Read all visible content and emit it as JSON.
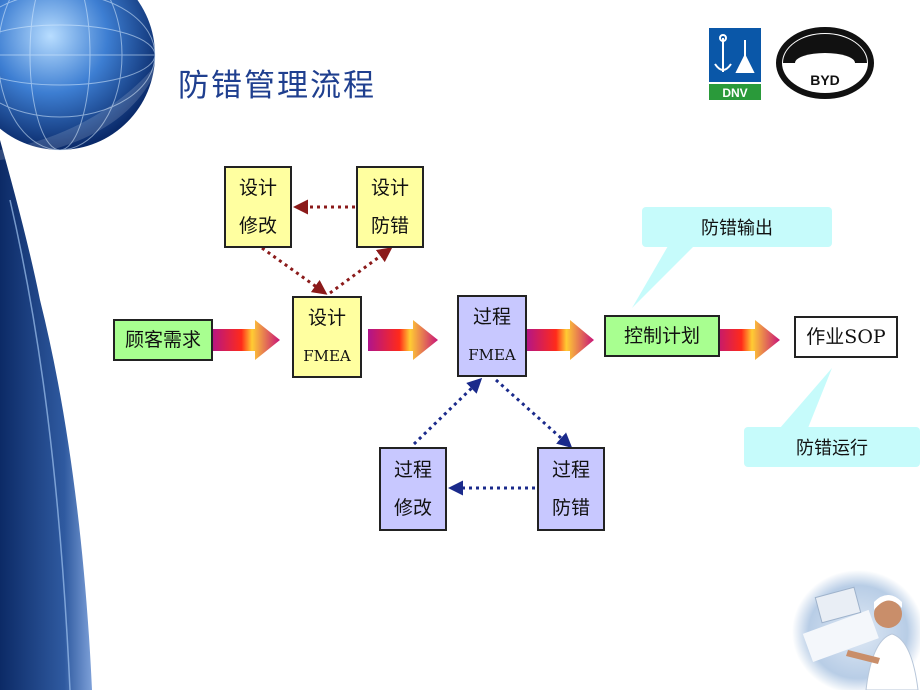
{
  "title": "防错管理流程",
  "logos": {
    "dnv_text": "DNV",
    "byd_text": "BYD"
  },
  "boxes": {
    "customer": "顾客需求",
    "design_fmea": {
      "line1": "设计",
      "line2": "FMEA"
    },
    "design_modify": {
      "line1": "设计",
      "line2": "修改"
    },
    "design_mistake": {
      "line1": "设计",
      "line2": "防错"
    },
    "process_fmea": {
      "line1": "过程",
      "line2": "FMEA"
    },
    "process_modify": {
      "line1": "过程",
      "line2": "修改"
    },
    "process_mistake": {
      "line1": "过程",
      "line2": "防错"
    },
    "control_plan": "控制计划",
    "sop": "作业SOP"
  },
  "callouts": {
    "output": "防错输出",
    "run": "防错运行"
  },
  "colors": {
    "title": "#1f3f8f",
    "design_box": "#ffffa0",
    "process_box": "#c8c8ff",
    "customer_box": "#a8ff90",
    "callout": "#c6fbfb",
    "design_link": "#8b1a1a",
    "process_link": "#1a2a8b",
    "arrow_start": "#c81478",
    "arrow_end": "#ff1e14"
  },
  "icons": [
    "globe-decoration",
    "dnv-logo",
    "byd-logo",
    "operator-photo"
  ]
}
